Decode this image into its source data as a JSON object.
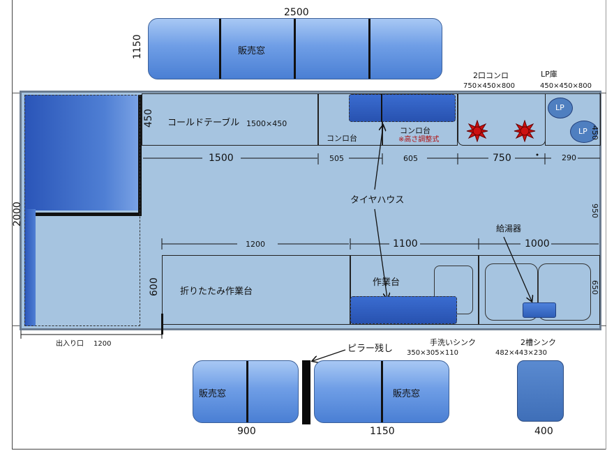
{
  "top_window": {
    "label": "販売窓",
    "width": "2500",
    "height": "1150"
  },
  "cold_table": {
    "label": "コールドテーブル",
    "size": "1500×450",
    "depth": "450",
    "length": "1500"
  },
  "stove_base_1": {
    "label": "コンロ台",
    "length": "505"
  },
  "stove_base_2": {
    "label": "コンロ台",
    "note": "※高さ調整式",
    "length": "605"
  },
  "burner": {
    "label": "2口コンロ",
    "size": "750×450×800",
    "length": "750"
  },
  "lp_storage": {
    "label": "LP庫",
    "size": "450×450×800",
    "length": "290",
    "depth": "450",
    "tank_label": "LP"
  },
  "body_height": "2000",
  "middle_gap": "950",
  "tire_house": "タイヤハウス",
  "folding_table": {
    "label": "折りたたみ作業台",
    "length": "1200",
    "depth": "600"
  },
  "work_table": {
    "label": "作業台",
    "length": "1100"
  },
  "water_heater": {
    "label": "給湯器",
    "length": "1000"
  },
  "right_depth": "650",
  "entrance": {
    "label": "出入り口",
    "width": "1200"
  },
  "pillar": "ピラー残し",
  "hand_sink": {
    "label": "手洗いシンク",
    "size": "350×305×110"
  },
  "double_sink": {
    "label": "2槽シンク",
    "size": "482×443×230"
  },
  "bottom_window_left": {
    "label": "販売窓",
    "width": "900"
  },
  "bottom_window_right": {
    "label": "販売窓",
    "width": "1150"
  },
  "tank_width": "400",
  "colors": {
    "floor": "#a6c4e0",
    "window": "#5b8fe0",
    "stove_mark": "#cc1111",
    "tank": "#4f7fc0"
  }
}
